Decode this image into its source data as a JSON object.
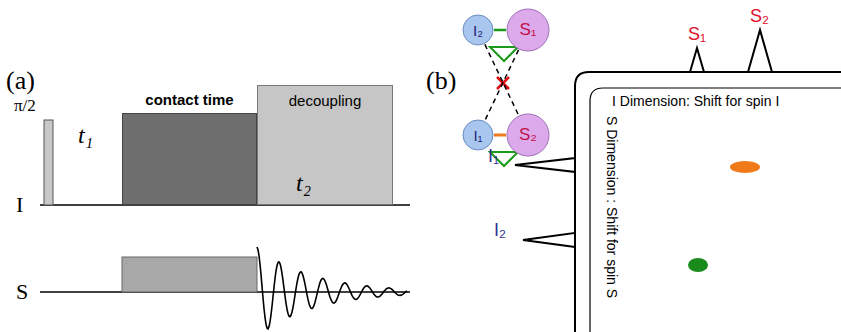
{
  "diagram": {
    "nodes": [
      {
        "text": [
          "contact time"
        ]
      },
      {
        "text": [
          "decoupling"
        ]
      },
      {
        "text": [
          "I₂"
        ]
      },
      {
        "text": [
          "S₁"
        ]
      },
      {
        "text": [
          "I₁"
        ]
      },
      {
        "text": [
          "S₂"
        ]
      }
    ],
    "edges": [
      {
        "from": 2,
        "to": 3,
        "arrow": "none"
      },
      {
        "from": 4,
        "to": 5,
        "arrow": "none"
      },
      {
        "from": 2,
        "to": 5,
        "arrow": "none"
      },
      {
        "from": 3,
        "to": 4,
        "arrow": "none"
      }
    ],
    "labels": [
      "(a)",
      "π/2",
      "t₁",
      "I",
      "S",
      "t₂",
      "(b)",
      "S₁",
      "S₂",
      "I₁",
      "I₂",
      "I Dimension: Shift for spin I",
      "S Dimension : Shift for spin S"
    ]
  }
}
